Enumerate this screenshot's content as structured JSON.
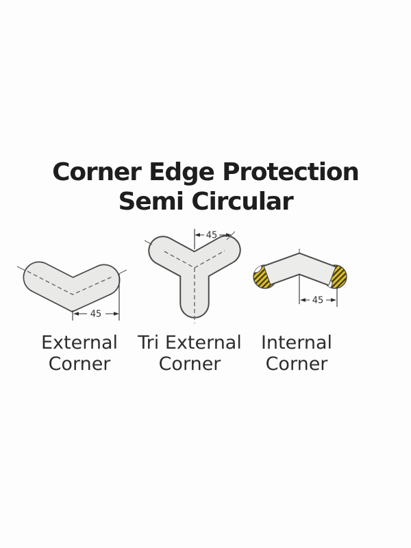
{
  "title": {
    "line1": "Corner Edge Protection",
    "line2": "Semi Circular"
  },
  "figures": {
    "external": {
      "label": "External Corner",
      "dimension": "45"
    },
    "tri": {
      "label": "Tri External Corner",
      "dimension": "45"
    },
    "internal": {
      "label": "Internal Corner",
      "dimension": "45"
    }
  },
  "colors": {
    "background": "#fdfdfd",
    "body_fill": "#e9e9e7",
    "body_fill2": "#ececea",
    "outline": "#4a4a4a",
    "centerline": "#5f5f5f",
    "dimension": "#2f2f2f",
    "hatch_yellow": "#dcbe2b",
    "hatch_line": "#3f3912",
    "title_text": "#1e1e1e",
    "label_text": "#2d2d2d"
  }
}
